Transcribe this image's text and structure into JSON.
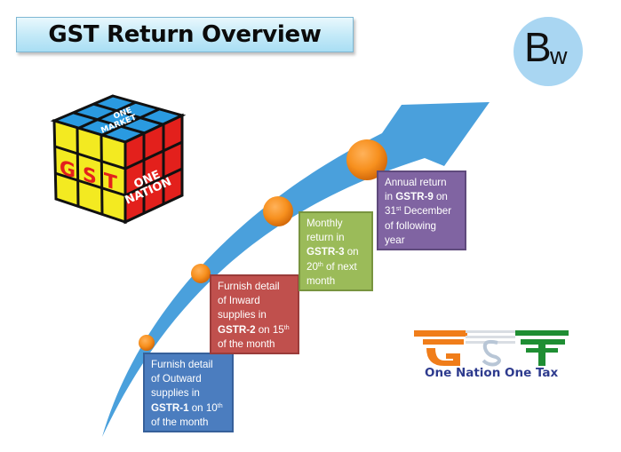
{
  "title": "GST Return Overview",
  "logo": {
    "letter_big": "B",
    "letter_small": "w",
    "color": "#a9d6f2"
  },
  "cube": {
    "top_text_1": "ONE",
    "top_text_2": "MARKET",
    "front_text": "GST",
    "side_text_1": "ONE",
    "side_text_2": "NATION"
  },
  "arrow": {
    "color": "#4aa0dc"
  },
  "steps": [
    {
      "id": 1,
      "color": "#4b7dbf",
      "line1": "Furnish detail",
      "line2": "of Outward",
      "line3": "supplies in",
      "form": "GSTR-1",
      "after_form": " on 10",
      "sup": "th",
      "line5": "of the month"
    },
    {
      "id": 2,
      "color": "#c0504d",
      "line1": "Furnish detail",
      "line2": "of Inward",
      "line3": "supplies in",
      "form": "GSTR-2",
      "after_form": " on 15",
      "sup": "th",
      "line5": "of the month"
    },
    {
      "id": 3,
      "color": "#9bbb59",
      "line1": "Monthly",
      "line2": "return in",
      "form": "GSTR-3",
      "after_form": " on",
      "day": "20",
      "sup": "th",
      "after_sup": " of next",
      "line5": "month"
    },
    {
      "id": 4,
      "color": "#8064a2",
      "line1": "Annual return",
      "pre_form": "in ",
      "form": "GSTR-9",
      "after_form": " on",
      "day": "31",
      "sup": "st",
      "after_sup": " December",
      "line4": "of following",
      "line5": "year"
    }
  ],
  "gst_logo": {
    "letters": [
      "G",
      "S",
      "T"
    ],
    "tagline": "One Nation One Tax"
  }
}
